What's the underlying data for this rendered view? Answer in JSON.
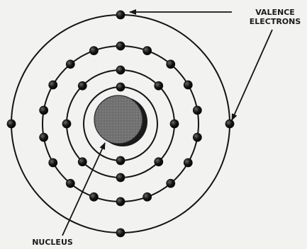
{
  "labels": {
    "valence_line1": "VALENCE",
    "valence_line2": "ELECTRONS",
    "nucleus": "NUCLEUS"
  },
  "atom": {
    "shells": [
      {
        "name": "shell-1",
        "electrons": 2
      },
      {
        "name": "shell-2",
        "electrons": 8
      },
      {
        "name": "shell-3",
        "electrons": 18
      },
      {
        "name": "shell-4-valence",
        "electrons": 4
      }
    ]
  },
  "colors": {
    "line": "#141414",
    "electron": "#111111",
    "nucleus": "#6e6e6e",
    "nucleus_shadow": "#1a1a1a",
    "background": "#f2f2f0"
  }
}
